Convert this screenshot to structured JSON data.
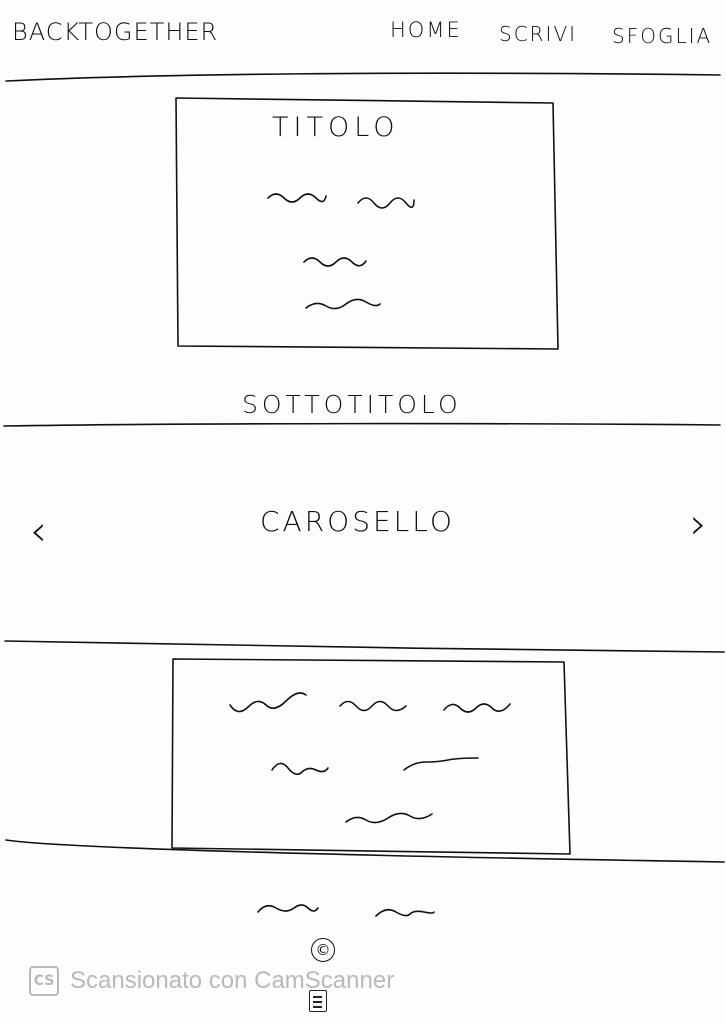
{
  "header": {
    "brand": "BACKTOGETHER",
    "nav": [
      "HOME",
      "SCRIVI",
      "SFOGLIA"
    ]
  },
  "hero": {
    "title": "TITOLO",
    "scribble_lines": 3
  },
  "subtitle": "SOTTOTITOLO",
  "carousel": {
    "label": "CAROSELLO",
    "prev_glyph": "‹",
    "next_glyph": "›"
  },
  "content_box": {
    "scribble_lines": 3
  },
  "footer": {
    "copyright_symbol": "©"
  },
  "watermark": {
    "badge": "CS",
    "text": "Scansionato con CamScanner"
  },
  "colors": {
    "ink": "#111111",
    "paper": "#fdfdfb",
    "watermark": "#b9b9b9"
  }
}
